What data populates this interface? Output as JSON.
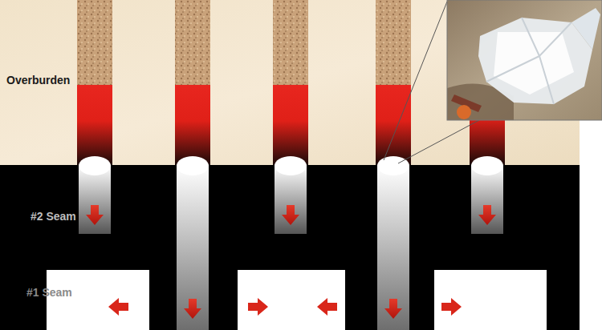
{
  "diagram": {
    "labels": [
      "Overburden",
      "#2 Seam",
      "#1 Seam"
    ]
  }
}
